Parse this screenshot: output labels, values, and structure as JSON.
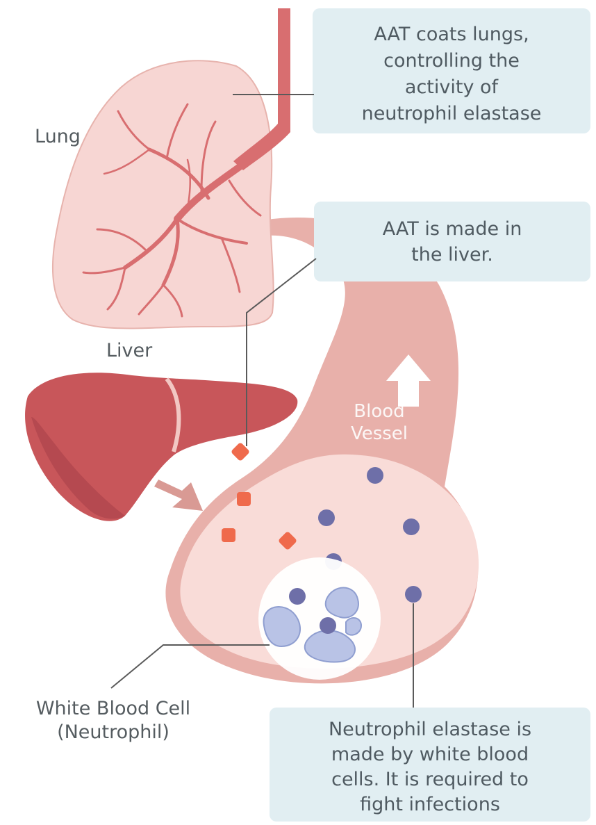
{
  "labels": {
    "lung": "Lung",
    "liver": "Liver",
    "blood_vessel": [
      "Blood",
      "Vessel"
    ],
    "white_blood_cell": [
      "White Blood Cell",
      "(Neutrophil)"
    ]
  },
  "callouts": {
    "lungs": [
      "AAT coats lungs,",
      "controlling the",
      "activity of",
      "neutrophil elastase"
    ],
    "liver": [
      "AAT is made in",
      "the liver."
    ],
    "elastase": [
      "Neutrophil elastase is",
      "made by white blood",
      "cells. It is required to",
      "fight infections"
    ]
  },
  "colors": {
    "lung_fill": "#f7d6d3",
    "lung_outline": "#e7b3ad",
    "airway": "#d86e70",
    "liver": "#c8565a",
    "liver_dark": "#a8414a",
    "vessel_wall": "#e8b0aa",
    "vessel_lumen": "#f9dcd8",
    "aat_protein": "#ef6a4c",
    "blood_cell": "#6e6fa8",
    "neutrophil": "#b9c3e6",
    "callout_bg": "#e1eef2",
    "leader_line": "#5a5a5a"
  },
  "icons": [
    "up-arrow-icon",
    "right-down-arrow-icon"
  ]
}
